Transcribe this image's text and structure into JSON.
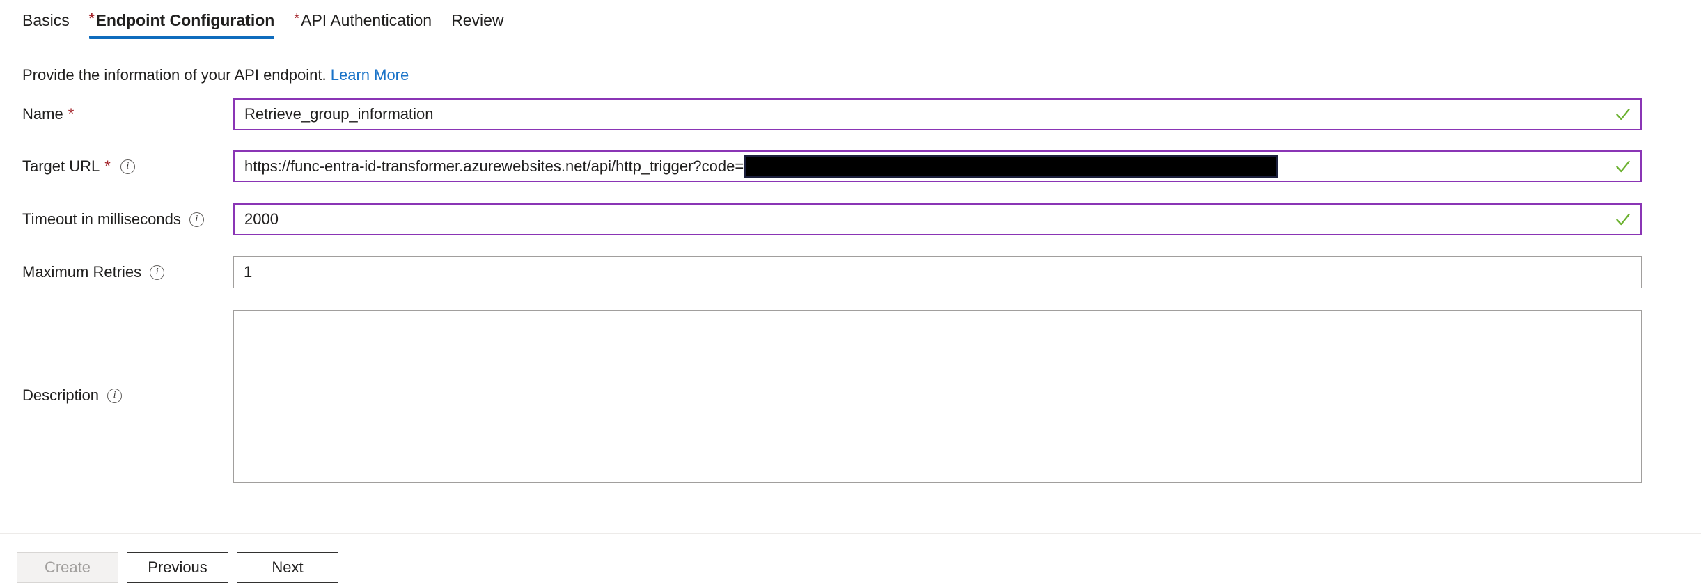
{
  "wizard": {
    "tabs": [
      {
        "label": "Basics",
        "required": false,
        "active": false
      },
      {
        "label": "Endpoint Configuration",
        "required": true,
        "active": true
      },
      {
        "label": "API Authentication",
        "required": true,
        "active": false
      },
      {
        "label": "Review",
        "required": false,
        "active": false
      }
    ],
    "active_tab_index": 1,
    "accent_color": "#0f6cbd"
  },
  "intro": {
    "text": "Provide the information of your API endpoint.",
    "link_label": "Learn More",
    "link_color": "#1a73c8"
  },
  "form": {
    "fields": [
      {
        "id": "name",
        "label": "Name",
        "required": true,
        "has_info": false,
        "value": "Retrieve_group_information",
        "validated": true,
        "border_state": "valid"
      },
      {
        "id": "target_url",
        "label": "Target URL",
        "required": true,
        "has_info": true,
        "value": "https://func-entra-id-transformer.azurewebsites.net/api/http_trigger?code=",
        "redacted": true,
        "validated": true,
        "border_state": "valid"
      },
      {
        "id": "timeout",
        "label": "Timeout in milliseconds",
        "required": false,
        "has_info": true,
        "value": "2000",
        "validated": true,
        "border_state": "valid"
      },
      {
        "id": "max_retries",
        "label": "Maximum Retries",
        "required": false,
        "has_info": true,
        "value": "1",
        "validated": false,
        "border_state": "default"
      }
    ],
    "description": {
      "label": "Description",
      "has_info": true,
      "value": "",
      "placeholder": ""
    },
    "required_marker": "*",
    "info_glyph": "i",
    "valid_color": "#6bb12f",
    "valid_border_color": "#8a35b5",
    "default_border_color": "#a19f9d",
    "required_star_color": "#a4262c"
  },
  "footer": {
    "buttons": [
      {
        "label": "Create",
        "disabled": true
      },
      {
        "label": "Previous",
        "disabled": false
      },
      {
        "label": "Next",
        "disabled": false
      }
    ]
  }
}
